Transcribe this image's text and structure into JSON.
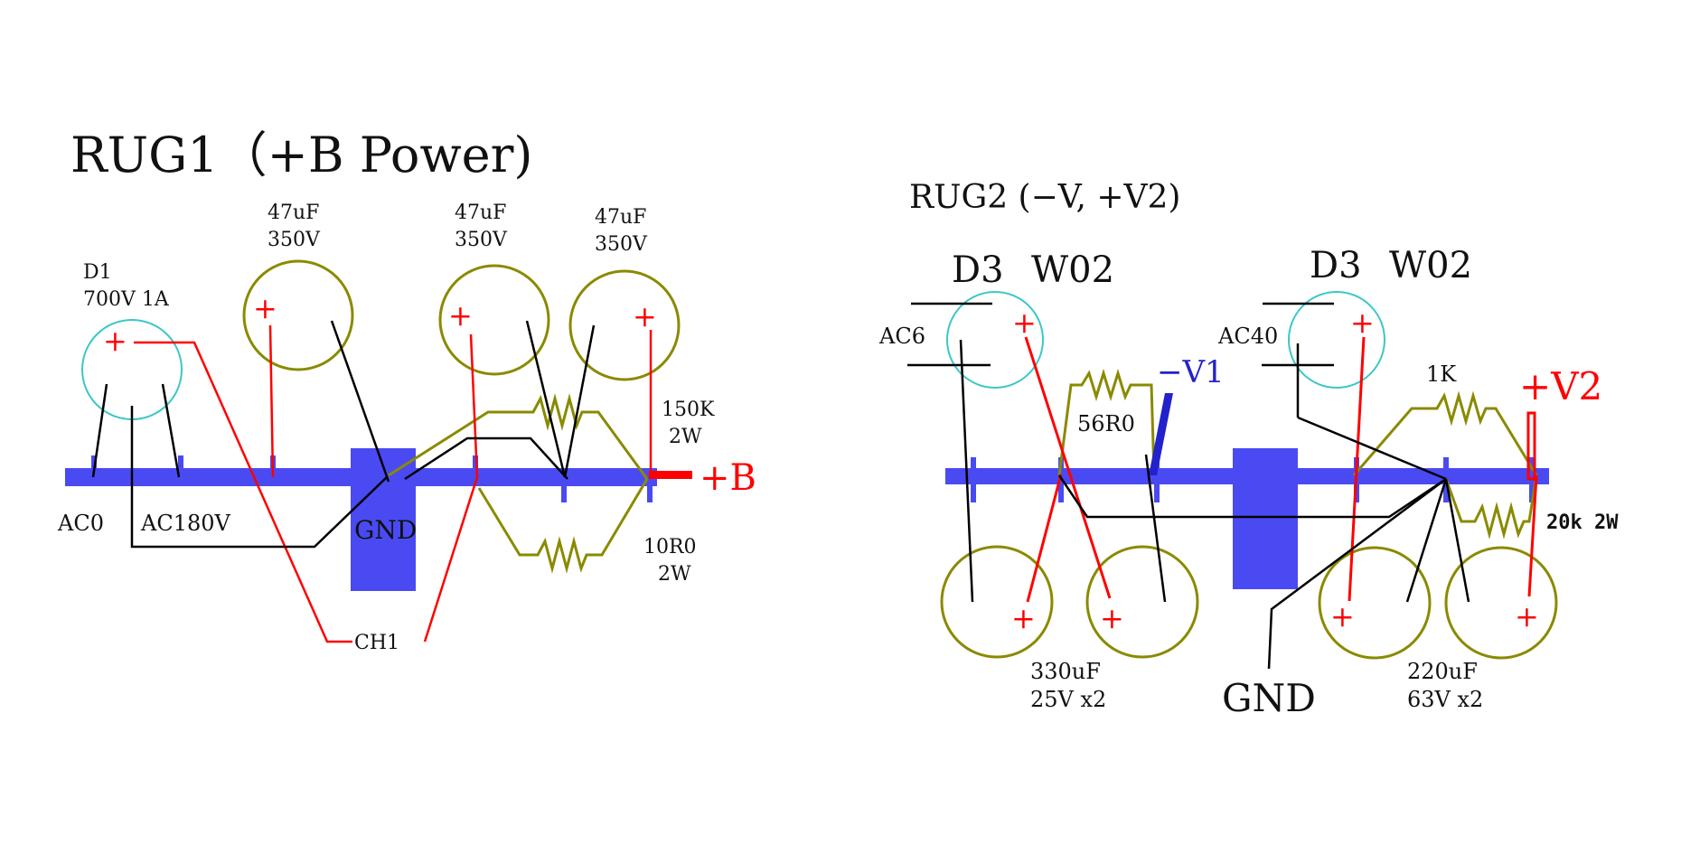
{
  "colors": {
    "bus": "#4a4af2",
    "capacitor": "#8a8a00",
    "diode": "#3cc7c7",
    "positive": "#ff0000",
    "wire": "#000000",
    "negative_wire": "#2222cc"
  },
  "rug1": {
    "title": "RUG1（+B Power)",
    "diode_label_1": "D1",
    "diode_label_2": "700V 1A",
    "cap1_label_1": "47uF",
    "cap1_label_2": "350V",
    "cap2_label_1": "47uF",
    "cap2_label_2": "350V",
    "cap3_label_1": "47uF",
    "cap3_label_2": "350V",
    "res_top_label_1": "150K",
    "res_top_label_2": "2W",
    "res_bottom_label_1": "10R0",
    "res_bottom_label_2": "2W",
    "ac0": "AC0",
    "ac180": "AC180V",
    "gnd": "GND",
    "choke": "CH1",
    "plus_b": "+B",
    "plus_sign": "+"
  },
  "rug2": {
    "title": "RUG2 (−V, +V2)",
    "d3_left_1": "D3",
    "d3_left_2": "W02",
    "d3_right_1": "D3",
    "d3_right_2": "W02",
    "ac6": "AC6",
    "ac40": "AC40",
    "res_56": "56R0",
    "minus_v1": "−V1",
    "res_1k": "1K",
    "plus_v2": "+V2",
    "res_20k": "20k 2W",
    "cap_left_1": "330uF",
    "cap_left_2": "25V x2",
    "cap_right_1": "220uF",
    "cap_right_2": "63V x2",
    "gnd": "GND",
    "plus_sign": "+"
  }
}
